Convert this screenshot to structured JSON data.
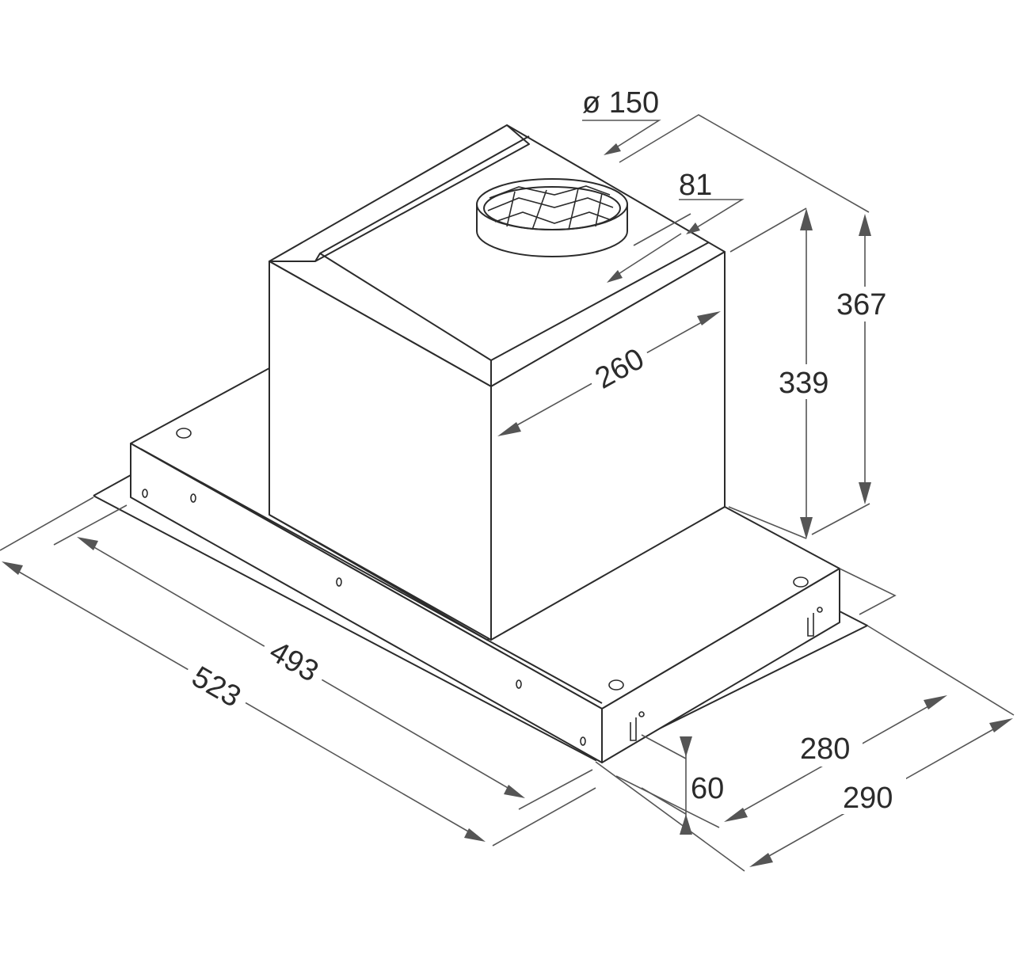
{
  "dimensions": {
    "duct_diameter": "ø 150",
    "duct_offset": "81",
    "chimney_width": "260",
    "body_height": "339",
    "total_height": "367",
    "inner_width": "493",
    "outer_width": "523",
    "inner_depth": "280",
    "outer_depth": "290",
    "base_height": "60"
  }
}
